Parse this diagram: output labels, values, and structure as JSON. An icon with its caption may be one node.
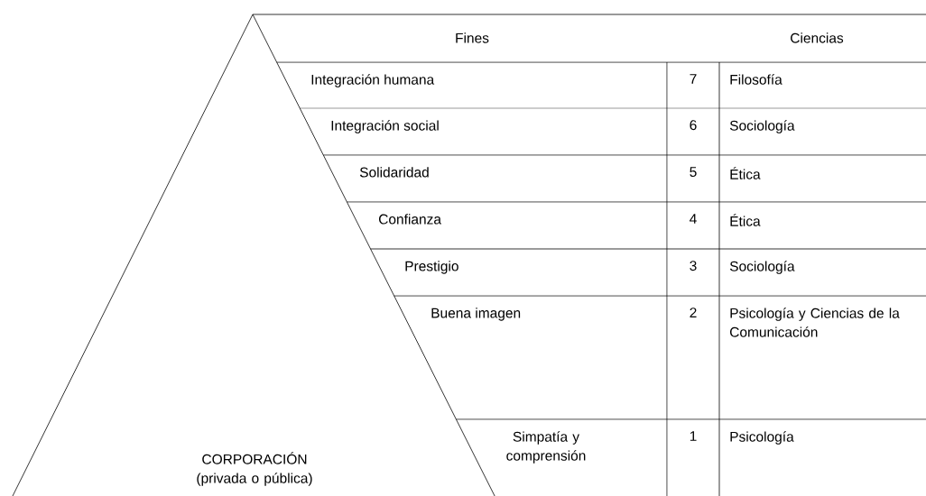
{
  "diagram": {
    "nodes": [
      {
        "text": [
          "CORPORACIÓN (privada o pública)"
        ]
      }
    ],
    "labels": [
      "Fines",
      "Ciencias",
      "Integración humana",
      "7",
      "Filosofía",
      "Integración social",
      "6",
      "Sociología",
      "Solidaridad",
      "5",
      "Ética",
      "Confianza",
      "4",
      "Ética",
      "Prestigio",
      "3",
      "Sociología",
      "Buena imagen",
      "2",
      "Psicología y Ciencias de la Comunicación",
      "Simpatía y comprensión",
      "1",
      "Psicología"
    ]
  }
}
